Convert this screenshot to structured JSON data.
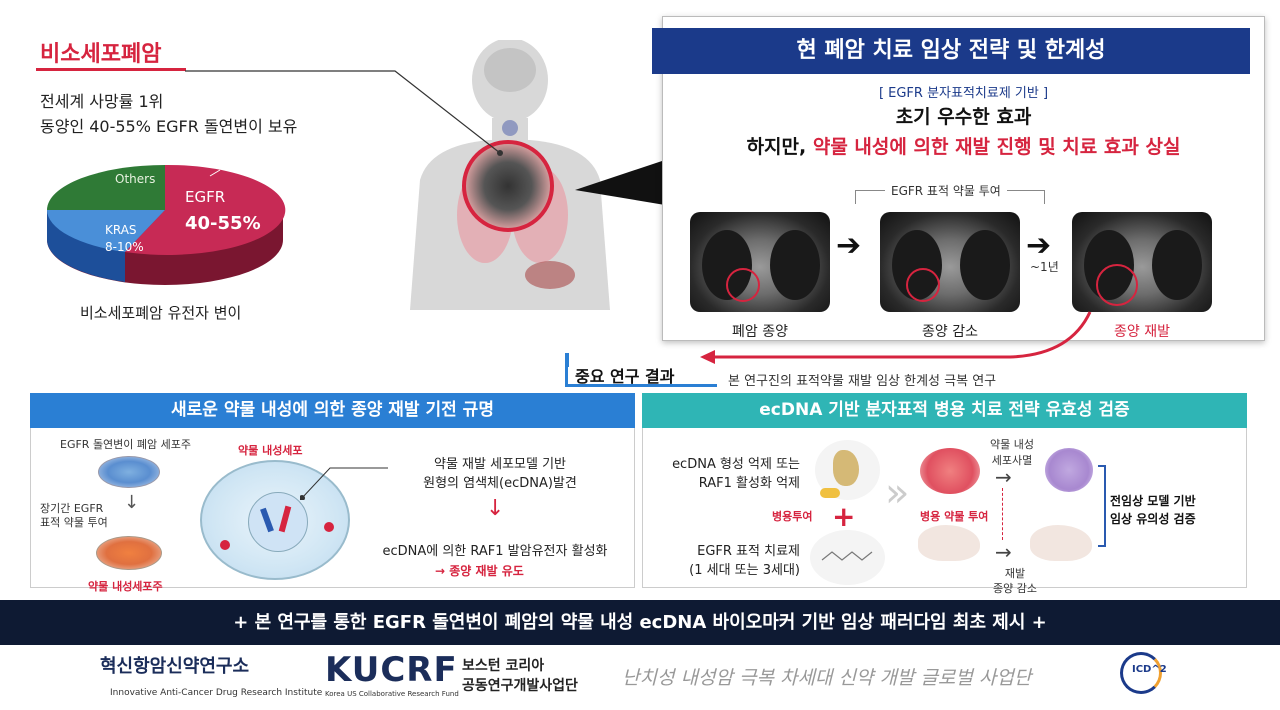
{
  "top_left": {
    "title": "비소세포폐암",
    "line1": "전세계 사망률 1위",
    "line2": "동양인 40-55% EGFR 돌연변이 보유",
    "pie_caption": "비소세포폐암 유전자 변이",
    "pie": {
      "others_label": "Others",
      "egfr_label": "EGFR",
      "egfr_value": "40-55%",
      "kras_label": "KRAS",
      "kras_value": "8-10%"
    }
  },
  "right_panel": {
    "header": "현 폐암 치료 임상 전략 및 한계성",
    "subtitle": "[ EGFR 분자표적치료제 기반 ]",
    "line1": "초기 우수한 효과",
    "line2_prefix": "하지만, ",
    "line2_red": "약물 내성에 의한 재발 진행 및 치료 효과 상실",
    "bracket_label": "EGFR 표적 약물 투여",
    "time_label": "~1년",
    "scans": [
      {
        "caption": "폐암 종양"
      },
      {
        "caption": "종양 감소"
      },
      {
        "caption": "종양 재발"
      }
    ]
  },
  "key_results": {
    "label": "중요 연구 결과",
    "sub": "본 연구진의 표적약물 재발 임상 한계성 극복 연구"
  },
  "bottom_left": {
    "header": "새로운 약물 내성에 의한 종양 재발 기전 규명",
    "cell_line": "EGFR 돌연변이 폐암 세포주",
    "long_term_1": "장기간 EGFR",
    "long_term_2": "표적 약물 투여",
    "resistant_line": "약물 내성세포주",
    "resistant_cell": "약물 내성세포",
    "model_1": "약물 재발 세포모델 기반",
    "model_2": "원형의 염색체(ecDNA)발견",
    "activation": "ecDNA에 의한 RAF1 발암유전자 활성화",
    "induce": "→ 종양 재발 유도"
  },
  "bottom_right": {
    "header": "ecDNA 기반 분자표적 병용 치료 전략 유효성 검증",
    "drug1_1": "ecDNA 형성 억제 또는",
    "drug1_2": "RAF1 활성화 억제",
    "combo": "병용투여",
    "drug2_1": "EGFR 표적 치료제",
    "drug2_2": "(1 세대 또는 3세대)",
    "combo_admin": "병용 약물 투여",
    "death_1": "약물 내성",
    "death_2": "세포사멸",
    "tumor_1": "재발",
    "tumor_2": "종양 감소",
    "preclinical_1": "전임상 모델 기반",
    "preclinical_2": "임상 유의성 검증"
  },
  "banner": {
    "text": "+  본 연구를 통한 EGFR 돌연변이 폐암의 약물 내성 ecDNA 바이오마커 기반 임상 패러다임 최초 제시  +"
  },
  "logos": {
    "org1": "혁신항암신약연구소",
    "org1_en": "Innovative Anti-Cancer Drug Research Institute",
    "kucrf": "KUCRF",
    "kucrf_en": "Korea US Collaborative Research Fund",
    "boston_1": "보스턴 코리아",
    "boston_2": "공동연구개발사업단",
    "slogan": "난치성 내성암 극복 차세대 신약 개발 글로벌 사업단",
    "icd": "ICD^2"
  },
  "colors": {
    "navy": "#1b3a8a",
    "red": "#d6243f",
    "blue": "#2a7fd4",
    "teal": "#2fb5b5",
    "banner": "#0e1a33"
  }
}
